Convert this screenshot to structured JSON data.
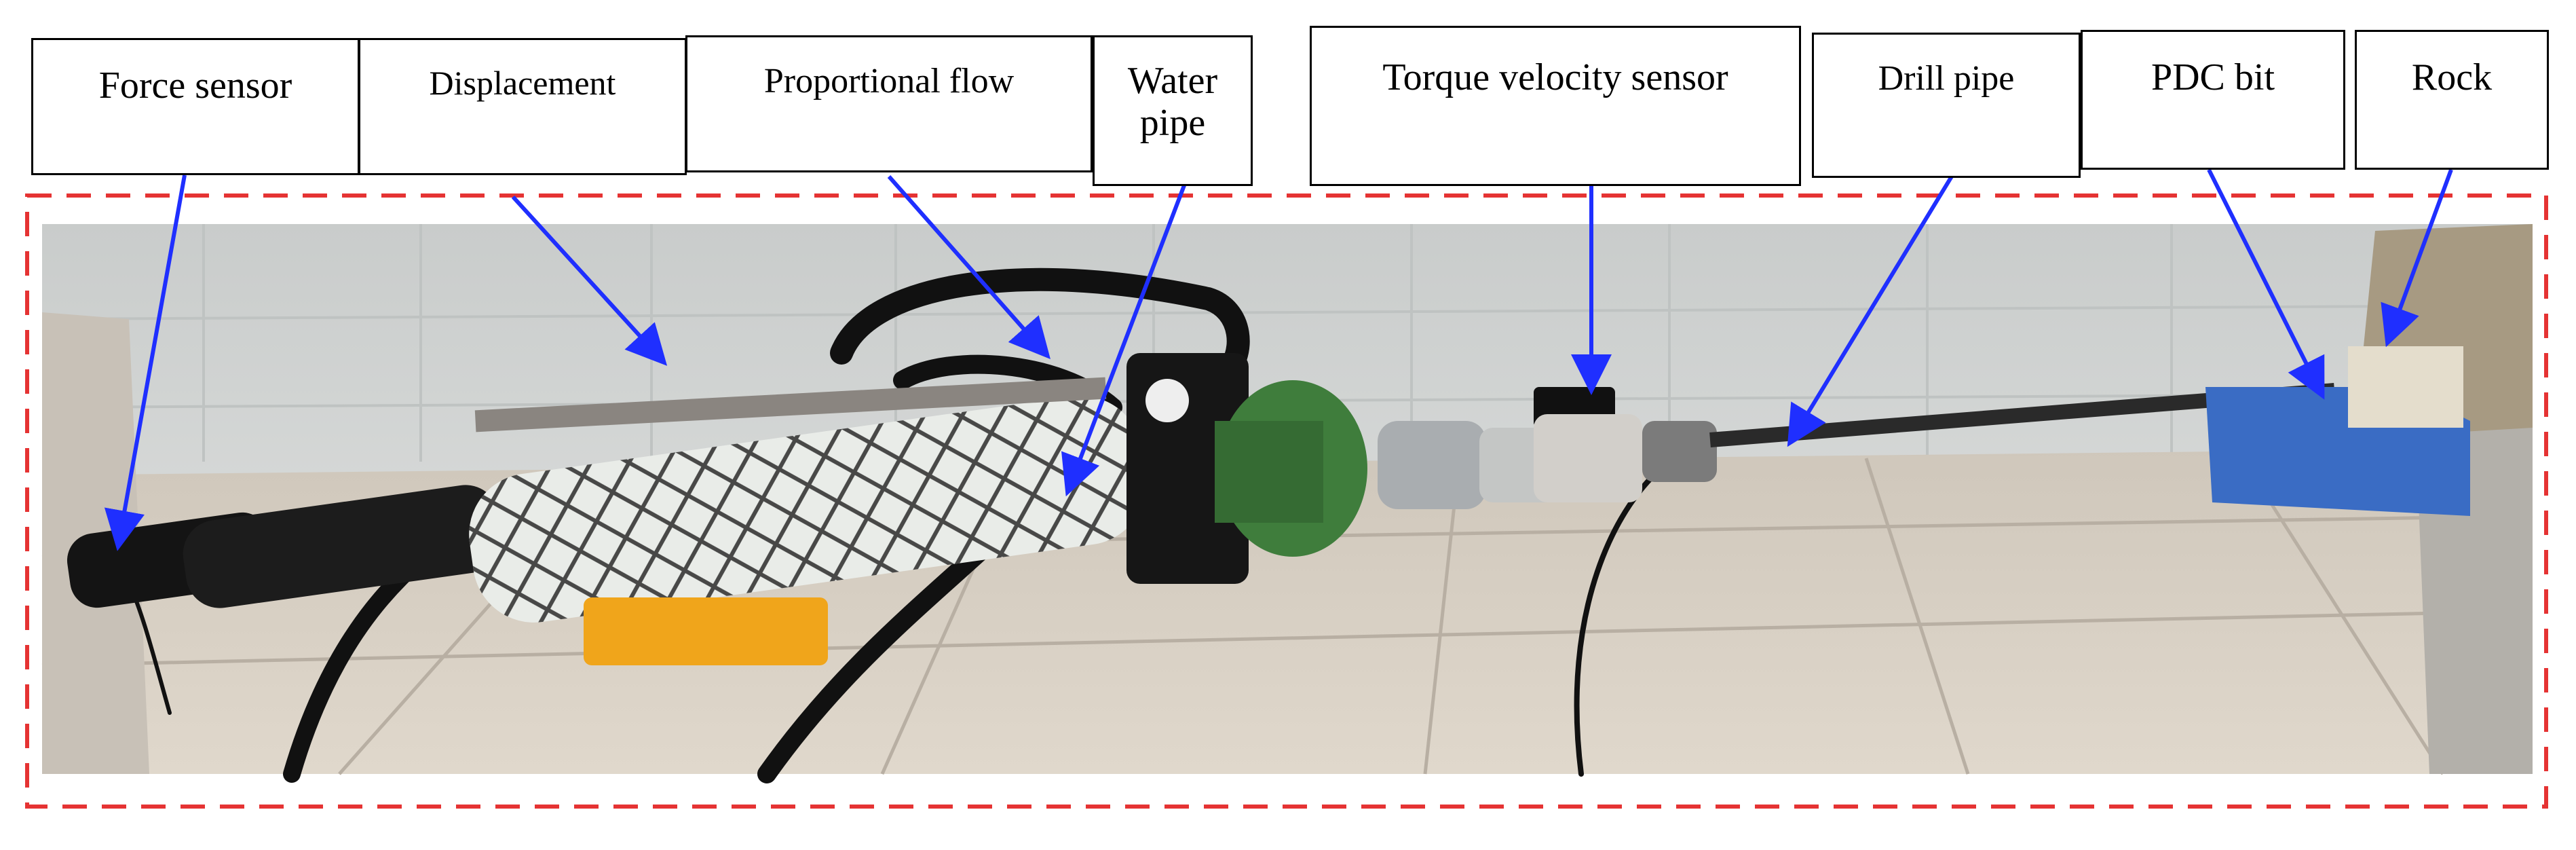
{
  "figure": {
    "labels": [
      {
        "id": "force-sensor",
        "text": "Force sensor"
      },
      {
        "id": "displacement",
        "text": "Displacement"
      },
      {
        "id": "proportional-flow",
        "text": "Proportional flow"
      },
      {
        "id": "water-pipe",
        "text": "Water pipe"
      },
      {
        "id": "torque-velocity-sensor",
        "text": "Torque velocity sensor"
      },
      {
        "id": "drill-pipe",
        "text": "Drill pipe"
      },
      {
        "id": "pdc-bit",
        "text": "PDC bit"
      },
      {
        "id": "rock",
        "text": "Rock"
      }
    ],
    "colors": {
      "arrow": "#1f2fff",
      "frame": "#e53333",
      "wall": "#d9dcdb",
      "floor": "#d7cfc3"
    }
  }
}
